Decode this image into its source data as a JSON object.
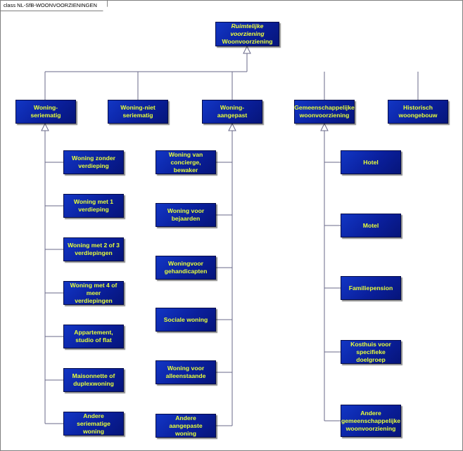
{
  "frame": {
    "label": "class NL-SfB-WOONVOORZIENINGEN"
  },
  "root": {
    "stereotype": "Ruimtelijke voorziening",
    "name": "Woonvoorziening"
  },
  "categories": [
    {
      "name": "Woning-seriematig"
    },
    {
      "name": "Woning-niet seriematig"
    },
    {
      "name": "Woning-aangepast"
    },
    {
      "name": "Gemeenschappelijke woonvoorziening"
    },
    {
      "name": "Historisch woongebouw"
    }
  ],
  "seriematig_children": [
    {
      "name": "Woning zonder verdieping"
    },
    {
      "name": "Woning met 1 verdieping"
    },
    {
      "name": "Woning met 2 of 3 verdiepingen"
    },
    {
      "name": "Woning met 4 of meer verdiepingen"
    },
    {
      "name": "Appartement, studio of flat"
    },
    {
      "name": "Maisonnette of duplexwoning"
    },
    {
      "name": "Andere seriematige woning"
    }
  ],
  "aangepast_children": [
    {
      "name": "Woning van concierge, bewaker"
    },
    {
      "name": "Woning voor bejaarden"
    },
    {
      "name": "Woningvoor gehandicapten"
    },
    {
      "name": "Sociale woning"
    },
    {
      "name": "Woning voor alleenstaande"
    },
    {
      "name": "Andere aangepaste woning"
    }
  ],
  "gemeenschappelijk_children": [
    {
      "name": "Hotel"
    },
    {
      "name": "Motel"
    },
    {
      "name": "Familiepension"
    },
    {
      "name": "Kosthuis voor specifieke doelgroep"
    },
    {
      "name": "Andere gemeenschappelijke woonvoorziening"
    }
  ],
  "colors": {
    "node_fill": "#0a1f9c",
    "node_text": "#e8ff3a",
    "connector": "#6a6a8a"
  }
}
